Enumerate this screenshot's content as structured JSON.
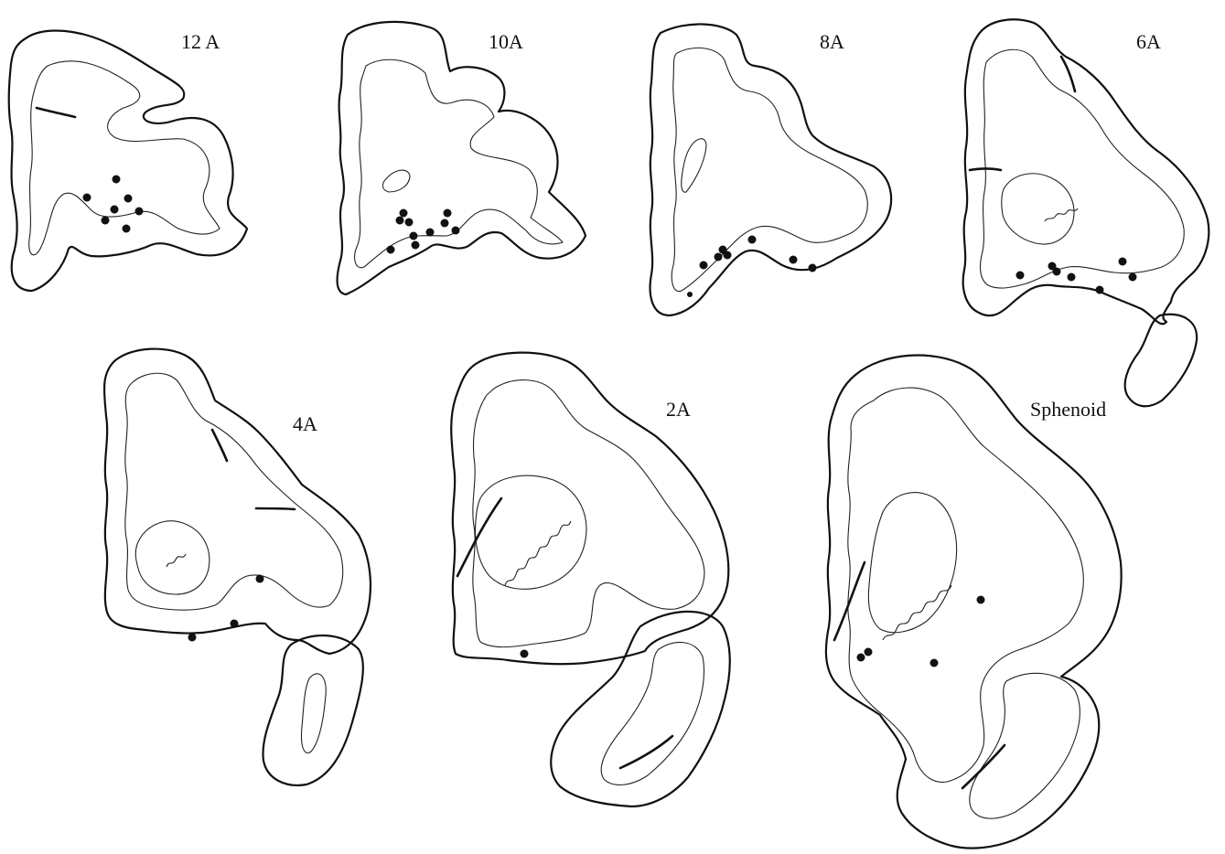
{
  "sections": [
    {
      "id": "12a",
      "label": "12 A",
      "marker_count": 7
    },
    {
      "id": "10a",
      "label": "10A",
      "marker_count": 10
    },
    {
      "id": "8a",
      "label": "8A",
      "marker_count": 8
    },
    {
      "id": "6a",
      "label": "6A",
      "marker_count": 7
    },
    {
      "id": "4a",
      "label": "4A",
      "marker_count": 3
    },
    {
      "id": "2a",
      "label": "2A",
      "marker_count": 1
    },
    {
      "id": "sphenoid",
      "label": "Sphenoid",
      "marker_count": 4
    }
  ],
  "colors": {
    "line": "#111111",
    "background": "#ffffff",
    "marker": "#111111"
  }
}
